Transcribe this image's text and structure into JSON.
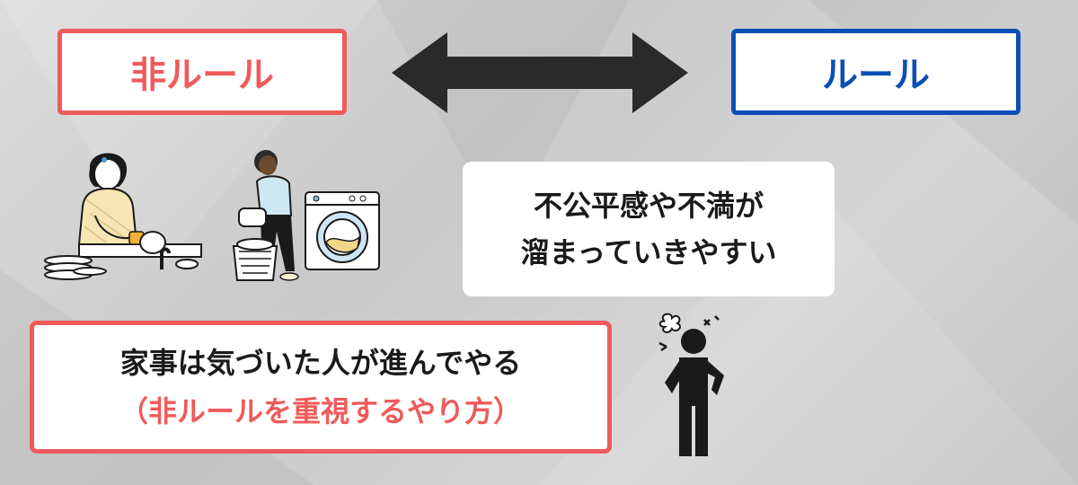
{
  "labels": {
    "non_rule": "非ルール",
    "rule": "ルール"
  },
  "speech": {
    "line1": "不公平感や不満が",
    "line2": "溜まっていきやすい"
  },
  "method": {
    "line1": "家事は気づいた人が進んでやる",
    "line2": "（非ルールを重視するやり方）"
  },
  "colors": {
    "non_rule_accent": "#f05a5a",
    "rule_accent": "#0b4fb5",
    "arrow": "#2a2a2a"
  },
  "icons": [
    "double-arrow-icon",
    "dishwashing-person-icon",
    "laundry-person-icon",
    "washing-machine-icon",
    "angry-person-icon"
  ]
}
